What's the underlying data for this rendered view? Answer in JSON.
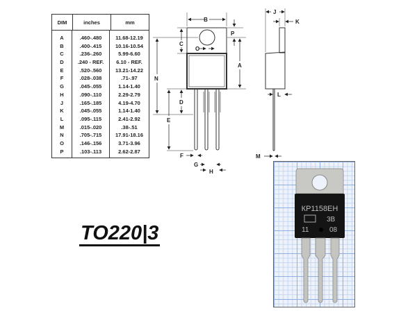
{
  "table": {
    "headers": [
      "DIM",
      "inches",
      "mm"
    ],
    "rows": [
      {
        "dim": "A",
        "inches": ".460-.480",
        "mm": "11.68-12.19"
      },
      {
        "dim": "B",
        "inches": ".400-.415",
        "mm": "10.16-10.54"
      },
      {
        "dim": "C",
        "inches": ".236-.260",
        "mm": "5.99-6.60"
      },
      {
        "dim": "D",
        "inches": ".240 - REF.",
        "mm": "6.10 - REF."
      },
      {
        "dim": "E",
        "inches": ".520-.560",
        "mm": "13.21-14.22"
      },
      {
        "dim": "F",
        "inches": ".028-.038",
        "mm": ".71-.97"
      },
      {
        "dim": "G",
        "inches": ".045-.055",
        "mm": "1.14-1.40"
      },
      {
        "dim": "H",
        "inches": ".090-.110",
        "mm": "2.29-2.79"
      },
      {
        "dim": "J",
        "inches": ".165-.185",
        "mm": "4.19-4.70"
      },
      {
        "dim": "K",
        "inches": ".045-.055",
        "mm": "1.14-1.40"
      },
      {
        "dim": "L",
        "inches": ".095-.115",
        "mm": "2.41-2.92"
      },
      {
        "dim": "M",
        "inches": ".015-.020",
        "mm": ".38-.51"
      },
      {
        "dim": "N",
        "inches": ".705-.715",
        "mm": "17.91-18.16"
      },
      {
        "dim": "O",
        "inches": ".146-.156",
        "mm": "3.71-3.96"
      },
      {
        "dim": "P",
        "inches": ".103-.113",
        "mm": "2.62-2.87"
      }
    ]
  },
  "title": "TO220|3",
  "drawing_labels": {
    "A": "A",
    "B": "B",
    "C": "C",
    "D": "D",
    "E": "E",
    "F": "F",
    "G": "G",
    "H": "H",
    "J": "J",
    "K": "K",
    "L": "L",
    "M": "M",
    "N": "N",
    "O": "O",
    "P": "P"
  },
  "photo": {
    "marking_line1": "КР1158ЕН",
    "marking_code": "3В",
    "marking_left": "11",
    "marking_right": "08"
  }
}
